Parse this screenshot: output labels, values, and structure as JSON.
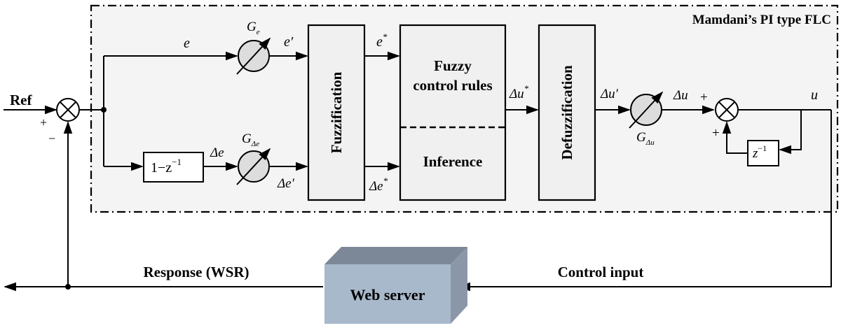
{
  "frame": {
    "title": "Mamdani’s PI type FLC"
  },
  "input": {
    "ref_label": "Ref",
    "plus_sign": "+",
    "minus_sign": "−"
  },
  "signals": {
    "e": "e",
    "e_prime": "e′",
    "e_star": "e",
    "de": "Δe",
    "de_prime": "Δe′",
    "de_star": "Δe",
    "du_star": "Δu",
    "du_prime": "Δu′",
    "du": "Δu",
    "u": "u",
    "star": "*"
  },
  "gains": {
    "ge": {
      "base": "G",
      "sub": "e"
    },
    "gde": {
      "base": "G",
      "sub": "Δe"
    },
    "gdu": {
      "base": "G",
      "sub": "Δu"
    }
  },
  "blocks": {
    "difference": {
      "prefix": "1−z",
      "exp": "−1"
    },
    "fuzzification": "Fuzzification",
    "rules_line1": "Fuzzy",
    "rules_line2": "control rules",
    "inference": "Inference",
    "defuzzification": "Defuzzification",
    "delay": {
      "base": "z",
      "exp": "−1"
    },
    "server": "Web server"
  },
  "accumulator": {
    "plus_top": "+",
    "plus_left": "+"
  },
  "feedback": {
    "response": "Response (WSR)",
    "control_input": "Control input"
  },
  "colors": {
    "block_fill": "#f0f0f0",
    "frame_fill": "#f4f4f4",
    "server_front": "#a9b9cc",
    "server_top": "#7c8898",
    "server_side": "#8b97a8"
  }
}
